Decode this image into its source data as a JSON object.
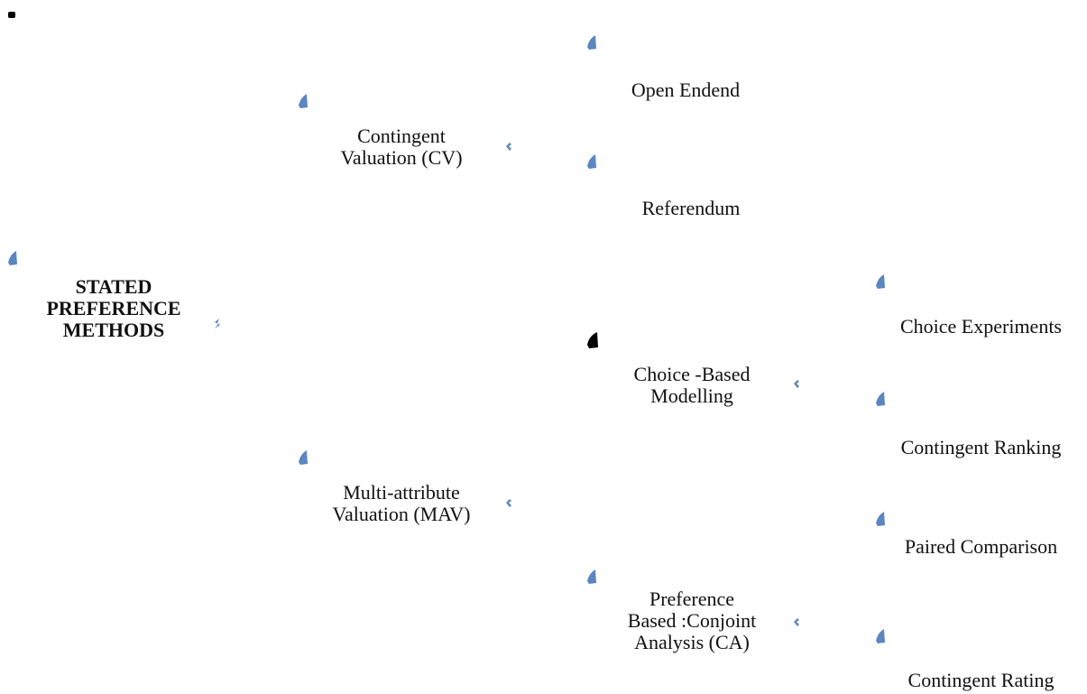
{
  "diagram": {
    "root": {
      "label": "STATED\nPREFERENCE\nMETHODS"
    },
    "level1": [
      {
        "label": "Contingent\nValuation (CV)"
      },
      {
        "label": "Multi-attribute\nValuation (MAV)"
      }
    ],
    "level2": [
      {
        "label": "Open Endend"
      },
      {
        "label": "Referendum"
      },
      {
        "label": "Choice -Based\nModelling"
      },
      {
        "label": "Preference\nBased :Conjoint\nAnalysis (CA)"
      }
    ],
    "level3": [
      {
        "label": "Choice Experiments"
      },
      {
        "label": "Contingent Ranking"
      },
      {
        "label": "Paired Comparison"
      },
      {
        "label": "Contingent Rating"
      }
    ]
  },
  "colors": {
    "marker": "#5b86c0",
    "marker_dark": "#000000",
    "text": "#111111"
  },
  "icons": {
    "node_marker": "leaf-shape-icon",
    "collapse_marker": "double-chevron-icon",
    "corner_marker": "corner-square-icon"
  }
}
